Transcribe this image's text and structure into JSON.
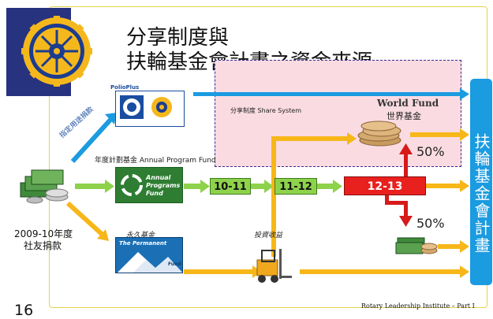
{
  "slide": {
    "title_line1": "分享制度與",
    "title_line2": "扶輪基金會計畫之資金來源",
    "page_number": "16",
    "footer": "Rotary Leadership Institute – Part I"
  },
  "logos": {
    "polioplus_label": "PolioPlus",
    "annual_fund_label": "Annual Programs Fund",
    "permanent_fund_label_top": "The Permanent",
    "permanent_fund_label_bottom": "Fund"
  },
  "labels": {
    "share_system": "分享制度 Share System",
    "designated_gift": "指定用途捐款",
    "annual_program_fund": "年度計劃基金 Annual Program Fund",
    "permanent_fund": "永久基金",
    "investment_income": "投資收益",
    "donation_source_line1": "2009-10年度",
    "donation_source_line2": "社友捐款",
    "world_fund_en": "World Fund",
    "world_fund_zh": "世界基金",
    "pct_upper": "50%",
    "pct_lower": "50%",
    "side_panel": "扶輪基金會計畫"
  },
  "steps": [
    {
      "label": "10-11",
      "color": "#8ed24b"
    },
    {
      "label": "11-12",
      "color": "#8ed24b"
    },
    {
      "label": "12-13",
      "color": "#e8201e"
    }
  ],
  "colors": {
    "green_arrow": "#8ed24b",
    "yellow_arrow": "#f7b719",
    "blue_arrow": "#1b9be0",
    "red_arrow": "#d61a1a",
    "share_box": "#fadbe2"
  }
}
